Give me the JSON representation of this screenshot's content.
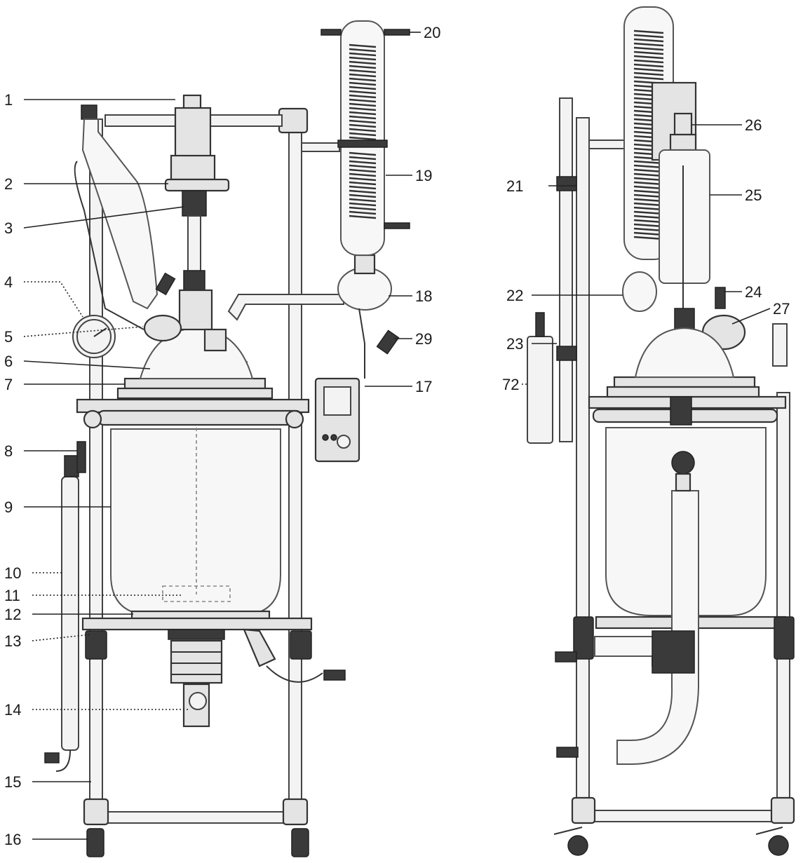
{
  "diagram": {
    "callouts": [
      {
        "id": "c1",
        "text": "1"
      },
      {
        "id": "c2",
        "text": "2"
      },
      {
        "id": "c3",
        "text": "3"
      },
      {
        "id": "c4",
        "text": "4"
      },
      {
        "id": "c5",
        "text": "5"
      },
      {
        "id": "c6",
        "text": "6"
      },
      {
        "id": "c7",
        "text": "7"
      },
      {
        "id": "c8",
        "text": "8"
      },
      {
        "id": "c9",
        "text": "9"
      },
      {
        "id": "c10",
        "text": "10"
      },
      {
        "id": "c11",
        "text": "11"
      },
      {
        "id": "c12",
        "text": "12"
      },
      {
        "id": "c13",
        "text": "13"
      },
      {
        "id": "c14",
        "text": "14"
      },
      {
        "id": "c15",
        "text": "15"
      },
      {
        "id": "c16",
        "text": "16"
      },
      {
        "id": "c17",
        "text": "17"
      },
      {
        "id": "c18",
        "text": "18"
      },
      {
        "id": "c19",
        "text": "19"
      },
      {
        "id": "c20",
        "text": "20"
      },
      {
        "id": "c21",
        "text": "21"
      },
      {
        "id": "c22",
        "text": "22"
      },
      {
        "id": "c23",
        "text": "23"
      },
      {
        "id": "c24",
        "text": "24"
      },
      {
        "id": "c25",
        "text": "25"
      },
      {
        "id": "c26",
        "text": "26"
      },
      {
        "id": "c27",
        "text": "27"
      },
      {
        "id": "c29",
        "text": "29"
      },
      {
        "id": "c72",
        "text": "72"
      }
    ]
  }
}
